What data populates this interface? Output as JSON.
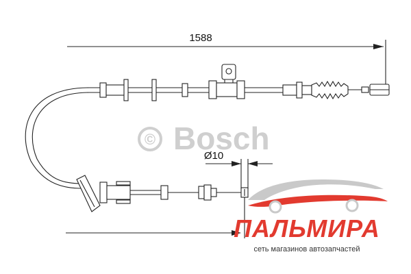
{
  "drawing": {
    "dimension_length": "1588",
    "dimension_diameter": "Ø10",
    "watermark_symbol": "©",
    "watermark_brand": "Bosch"
  },
  "dealer_logo": {
    "name": "ПАЛЬМИРА",
    "tagline": "сеть магазинов автозапчастей",
    "accent_color": "#e23a2f",
    "silhouette_color": "#c9c9c9"
  }
}
